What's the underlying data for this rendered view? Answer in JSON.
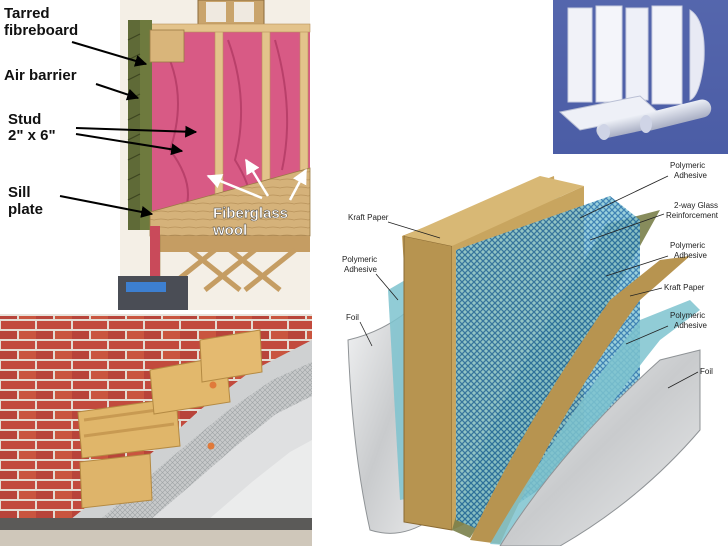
{
  "wall_section": {
    "labels": {
      "tarred_fibreboard_l1": "Tarred",
      "tarred_fibreboard_l2": "fibreboard",
      "air_barrier": "Air barrier",
      "stud_l1": "Stud",
      "stud_l2": "2\" x 6\"",
      "sill_plate_l1": "Sill",
      "sill_plate_l2": "plate",
      "fiberglass_l1": "Fiberglass",
      "fiberglass_l2": "wool"
    },
    "colors": {
      "insulation": "#d85a85",
      "wood": "#d9b57a",
      "sheathing": "#6e7a3e",
      "siding": "#5f6a37"
    }
  },
  "laminate_layers": {
    "labels": {
      "left_kraft_paper": "Kraft Paper",
      "left_polymeric_l1": "Polymeric",
      "left_polymeric_l2": "Adhesive",
      "left_foil": "Foil",
      "right_polymeric_top_l1": "Polymeric",
      "right_polymeric_top_l2": "Adhesive",
      "right_glass_l1": "2-way Glass",
      "right_glass_l2": "Reinforcement",
      "right_polymeric_mid_l1": "Polymeric",
      "right_polymeric_mid_l2": "Adhesive",
      "right_kraft_paper": "Kraft Paper",
      "right_polymeric_low_l1": "Polymeric",
      "right_polymeric_low_l2": "Adhesive",
      "right_foil": "Foil"
    },
    "colors": {
      "kraft": "#b79450",
      "adhesive": "#7ec3cf",
      "glass": "#2f7fb0",
      "foil": "#d2d4d6"
    }
  }
}
